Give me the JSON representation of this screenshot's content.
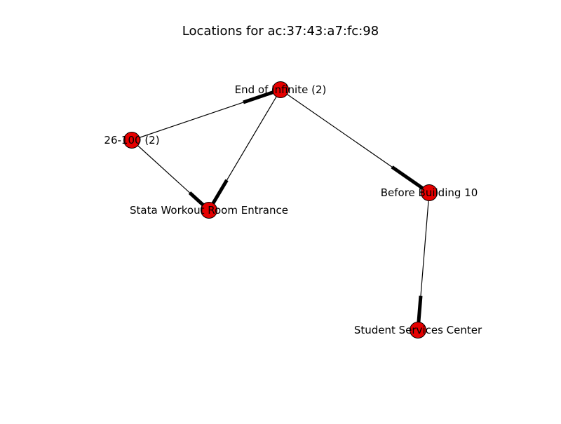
{
  "title": "Locations for ac:37:43:a7:fc:98",
  "colors": {
    "node_fill": "#e60000",
    "node_stroke": "#000000",
    "edge": "#000000",
    "background": "#ffffff"
  },
  "nodes": [
    {
      "id": "end_of_infinite",
      "label": "End of Infinite (2)"
    },
    {
      "id": "room_26_100",
      "label": "26-100 (2)"
    },
    {
      "id": "stata_workout",
      "label": "Stata Workout Room Entrance"
    },
    {
      "id": "before_building_10",
      "label": "Before Building 10"
    },
    {
      "id": "student_services",
      "label": "Student Services Center"
    }
  ],
  "edges": [
    {
      "source": "room_26_100",
      "target": "end_of_infinite"
    },
    {
      "source": "room_26_100",
      "target": "stata_workout"
    },
    {
      "source": "end_of_infinite",
      "target": "stata_workout"
    },
    {
      "source": "end_of_infinite",
      "target": "before_building_10"
    },
    {
      "source": "before_building_10",
      "target": "student_services"
    }
  ]
}
